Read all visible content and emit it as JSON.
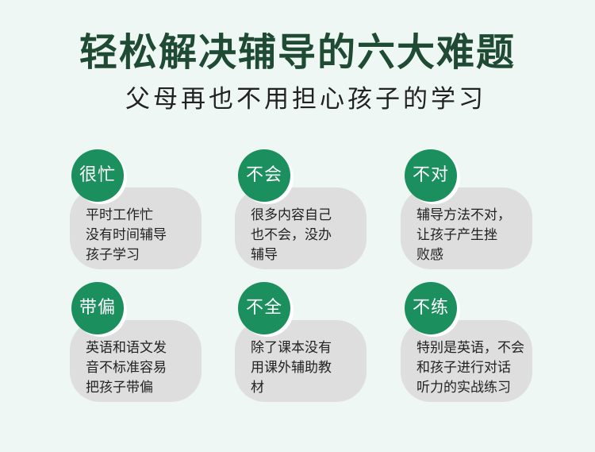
{
  "title": "轻松解决辅导的六大难题",
  "subtitle": "父母再也不用担心孩子的学习",
  "problems": [
    {
      "tag": "很忙",
      "text": "平时工作忙\n没有时间辅导\n孩子学习"
    },
    {
      "tag": "不会",
      "text": "很多内容自己\n也不会，没办\n辅导"
    },
    {
      "tag": "不对",
      "text": "辅导方法不对，\n让孩子产生挫\n败感"
    },
    {
      "tag": "带偏",
      "text": "英语和语文发\n音不标准容易\n把孩子带偏"
    },
    {
      "tag": "不全",
      "text": "除了课本没有\n用课外辅助教\n材"
    },
    {
      "tag": "不练",
      "text": "特别是英语，不会\n和孩子进行对话\n听力的实战练习"
    }
  ],
  "colors": {
    "background": "#eef7f3",
    "title": "#1f4a34",
    "badge": "#1b8f5e",
    "card": "#dedede"
  }
}
